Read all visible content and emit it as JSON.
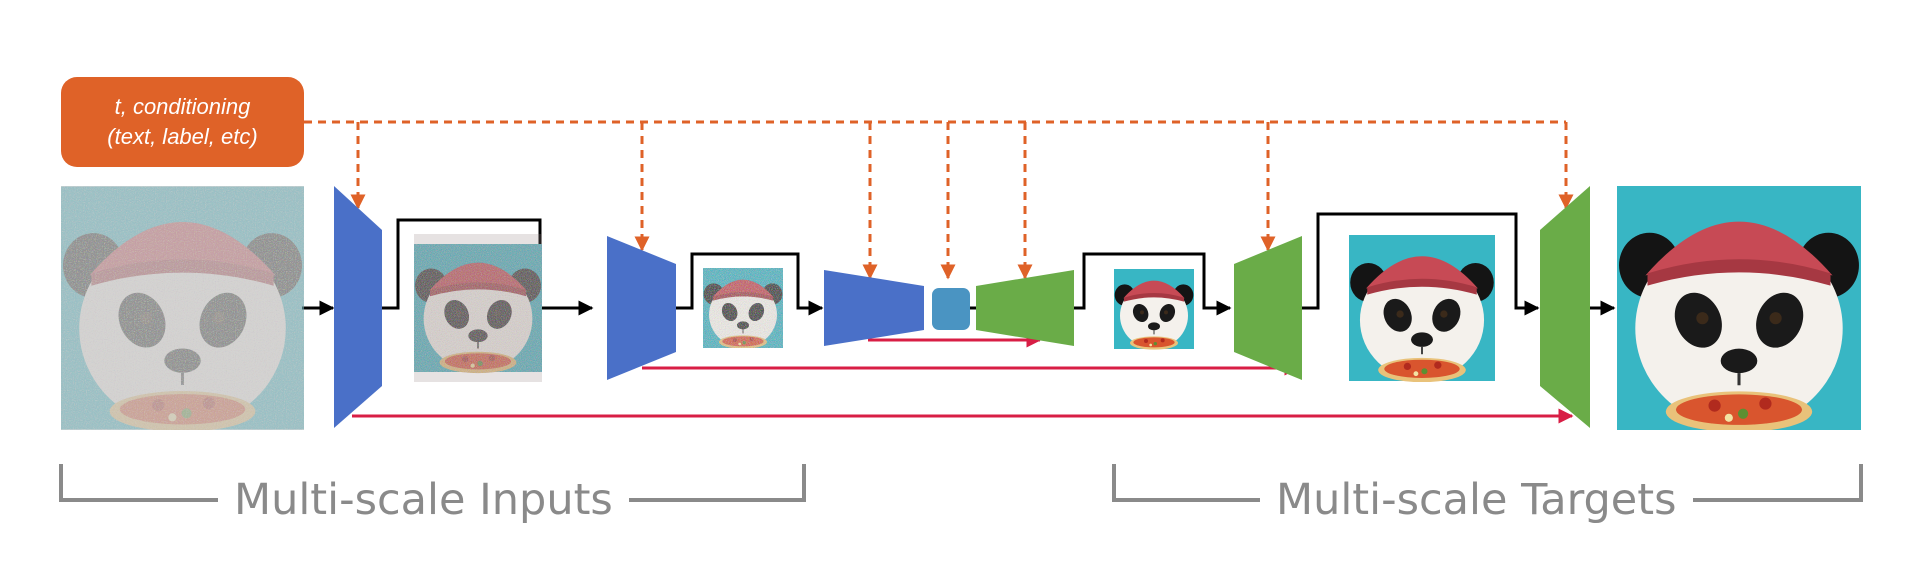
{
  "conditioning": {
    "line1": "t, conditioning",
    "line2": "(text, label, etc)"
  },
  "ranges": {
    "inputs_label": "Multi-scale Inputs",
    "targets_label": "Multi-scale Targets"
  },
  "colors": {
    "encoder": "#4a70c8",
    "decoder": "#6aac48",
    "bottleneck": "#4a94c2",
    "conditioning": "#df6228",
    "skip_connection": "#d81e45",
    "flow_arrow": "#000000",
    "bracket": "#8a8a8a"
  },
  "images": {
    "noisy_input": "noisy-panda-image",
    "mid_input": "noisy-panda-image-mid",
    "small_input": "noisy-panda-image-small",
    "small_target": "panda-image-small",
    "mid_target": "panda-image-mid",
    "output": "panda-eating-pizza-image"
  }
}
